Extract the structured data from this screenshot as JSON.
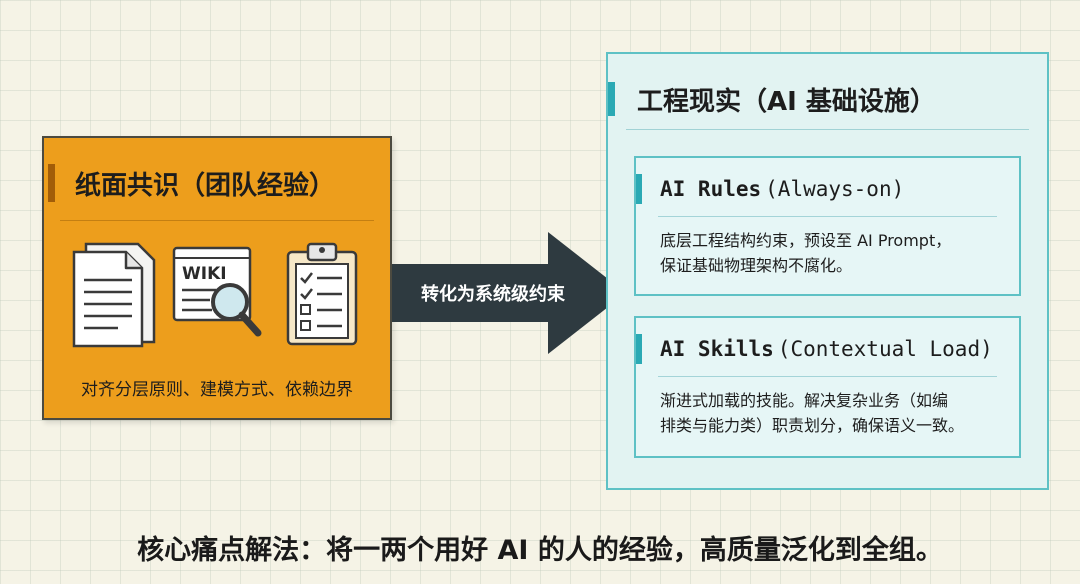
{
  "left_panel": {
    "title": "纸面共识（团队经验）",
    "wiki_label": "WIKI",
    "caption": "对齐分层原则、建模方式、依赖边界",
    "icons": [
      "document-icon",
      "wiki-search-icon",
      "clipboard-checklist-icon"
    ]
  },
  "arrow": {
    "label": "转化为系统级约束"
  },
  "right_panel": {
    "title": "工程现实（AI 基础设施）",
    "cards": [
      {
        "title": "AI Rules",
        "subtitle": "(Always-on)",
        "lines": [
          "底层工程结构约束，预设至 AI Prompt，",
          "保证基础物理架构不腐化。"
        ]
      },
      {
        "title": "AI Skills",
        "subtitle": "(Contextual Load)",
        "lines": [
          "渐进式加载的技能。解决复杂业务（如编",
          "排类与能力类）职责划分，确保语义一致。"
        ]
      }
    ]
  },
  "caption": "核心痛点解法：将一两个用好 AI 的人的经验，高质量泛化到全组。",
  "colors": {
    "background": "#f5f3e6",
    "left_panel": "#ed9e1c",
    "arrow": "#2e3a40",
    "right_panel": "#e2f3f2",
    "teal_accent": "#2aa9b4"
  }
}
